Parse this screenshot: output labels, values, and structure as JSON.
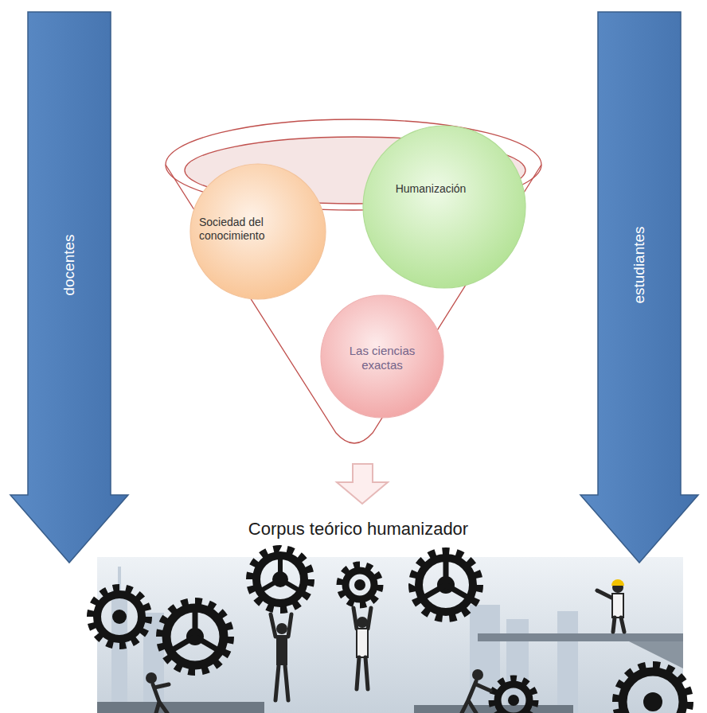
{
  "diagram": {
    "nodes": [
      {
        "text": [
          "docentes"
        ]
      },
      {
        "text": [
          "Sociedad del conocimiento"
        ]
      },
      {
        "text": [
          "Humanización"
        ]
      },
      {
        "text": [
          "Las ciencias exactas"
        ]
      },
      {
        "text": [
          "estudiantes"
        ]
      }
    ],
    "labels": [
      "Corpus teórico humanizador"
    ]
  }
}
